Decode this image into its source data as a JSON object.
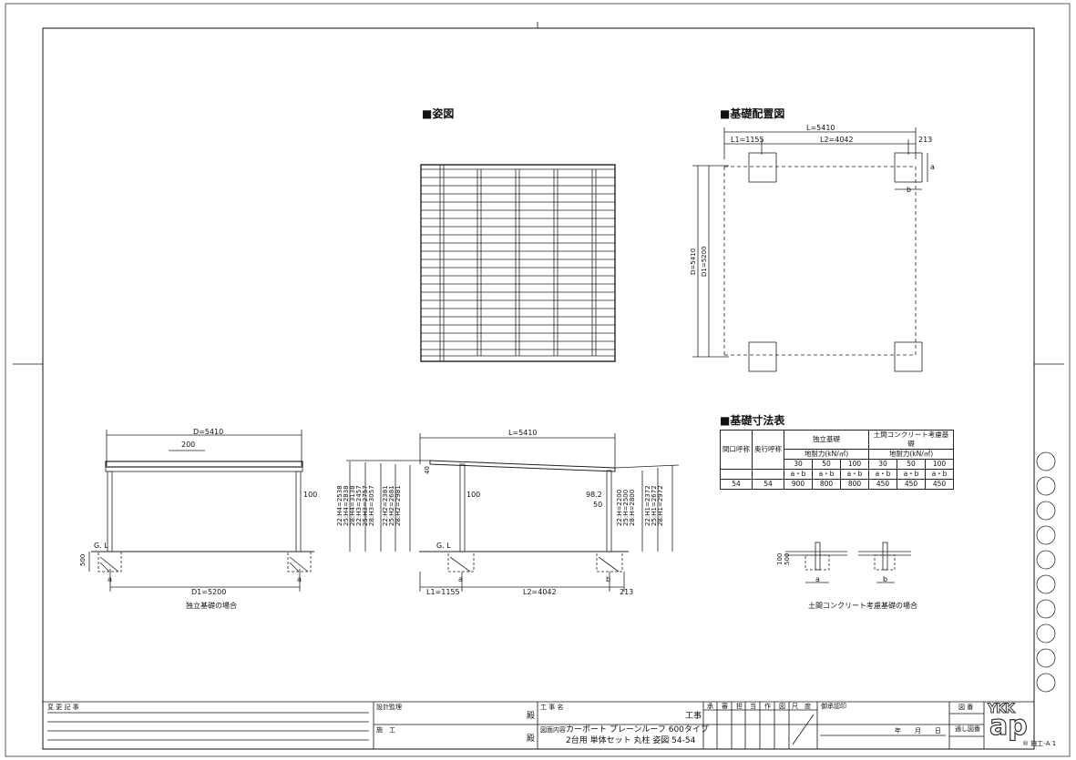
{
  "headings": {
    "elevation": "■姿図",
    "foundation_layout": "■基礎配置図",
    "foundation_table": "■基礎寸法表"
  },
  "layout_dims": {
    "L": "L=5410",
    "L1": "L1=1155",
    "L2": "L2=4042",
    "right": "213",
    "D": "D=5410",
    "D1": "D1=5200",
    "a": "a",
    "b": "b"
  },
  "side_view": {
    "D": "D=5410",
    "top": "200",
    "post": "100",
    "gl": "G. L",
    "depth": "500",
    "a": "a",
    "D1": "D1=5200",
    "caption": "独立基礎の場合"
  },
  "front_view": {
    "L": "L=5410",
    "h40": "40",
    "post": "100",
    "d982": "98.2",
    "d50": "50",
    "gl": "G. L",
    "a": "a",
    "b": "b",
    "L1": "L1=1155",
    "L2": "L2=4042",
    "right": "213",
    "h4": [
      "22:H4=2538",
      "25:H4=2838",
      "28:H4=3138"
    ],
    "h3": [
      "22:H3=2457",
      "25:H3=2757",
      "28:H3=3057"
    ],
    "h2": [
      "22:H2=2381",
      "25:H2=2681",
      "28:H2=2981"
    ],
    "h": [
      "22:H=2200",
      "25:H=2500",
      "28:H=2800"
    ],
    "h1": [
      "22:H1=2372",
      "25:H1=2672",
      "28:H1=2972"
    ]
  },
  "soil_detail": {
    "d100": "100",
    "d500": "500",
    "a": "a",
    "b": "b",
    "caption": "土間コンクリート考慮基礎の場合"
  },
  "foundation_table": {
    "col_opening": "間口呼称",
    "col_depth": "奥行呼称",
    "group1": "独立基礎",
    "group2": "土間コンクリート考慮基礎",
    "bearing": "地耐力(kN/㎡)",
    "strengths": [
      "30",
      "50",
      "100",
      "30",
      "50",
      "100"
    ],
    "ab": "a・b",
    "row": {
      "opening": "54",
      "depth": "54",
      "values": [
        "900",
        "800",
        "800",
        "450",
        "450",
        "450"
      ]
    }
  },
  "title_block": {
    "change_record": "変 更 記 事",
    "design_supervisor": "設計監理",
    "tono1": "殿",
    "construction": "施　工",
    "tono2": "殿",
    "project_label": "工 事 名",
    "project_suffix": "工事",
    "contents_label": "図面内容",
    "drawing_line1": "カーポート プレーンルーフ 600タイプ",
    "drawing_line2": "2台用 単体セット 丸柱 姿図 54-54",
    "cols": [
      "承",
      "審",
      "担",
      "当",
      "作",
      "図",
      "尺",
      "度"
    ],
    "approval_date": "御承認印",
    "year": "年",
    "month": "月",
    "day": "日",
    "drawing_no": "図 番",
    "serial_no": "通し図番",
    "logo1": "YKK",
    "logo2": "ap",
    "code": "® 施工-A 1"
  }
}
